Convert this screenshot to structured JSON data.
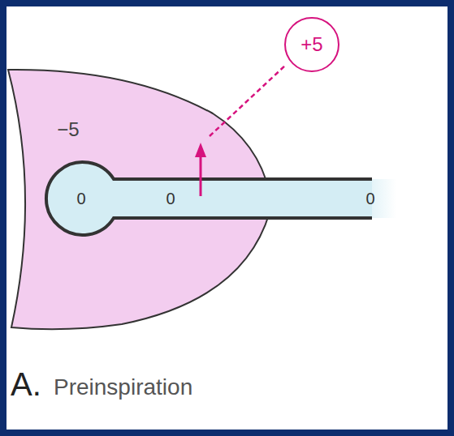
{
  "diagram": {
    "nodes": [
      {
        "text": [
          "+5"
        ]
      }
    ],
    "labels": [
      "−5",
      "0",
      "0",
      "0",
      "A.",
      "Preinspiration"
    ]
  }
}
